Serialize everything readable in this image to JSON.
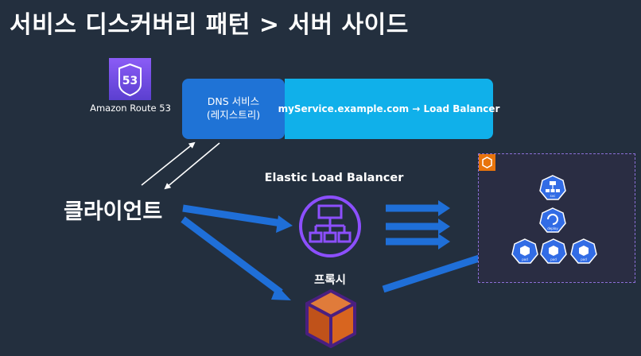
{
  "title": "서비스 디스커버리 패턴 > 서버 사이드",
  "route53": {
    "badge_text": "53",
    "label": "Amazon Route 53"
  },
  "dns_service": {
    "line1": "DNS 서비스",
    "line2": "(레지스트리)"
  },
  "dns_record": {
    "text": "myService.example.com → Load Balancer"
  },
  "client": {
    "label": "클라이언트"
  },
  "elb": {
    "label": "Elastic Load Balancer"
  },
  "proxy": {
    "label": "프록시"
  },
  "cluster": {
    "nodes": [
      {
        "label": "svc"
      },
      {
        "label": "deploy"
      },
      {
        "label": "pod"
      },
      {
        "label": "pod"
      },
      {
        "label": "pod"
      }
    ]
  },
  "colors": {
    "background": "#232f3e",
    "dns_box": "#1f73d6",
    "dns_record": "#10b0ea",
    "arrow": "#1f6fd8",
    "elb_icon": "#8c4fff",
    "proxy_icon": "#c8511b",
    "route53": "#6d47e0",
    "k8s_node": "#326ce5"
  }
}
